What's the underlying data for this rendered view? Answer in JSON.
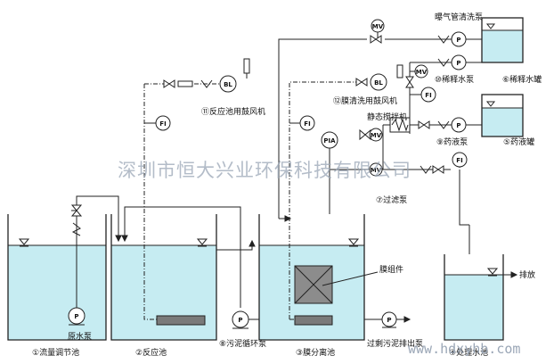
{
  "labels": {
    "aeration_wash_pump": "曝气管清洗泵",
    "dilution_pump": "⑩稀释水泵",
    "dilution_tank": "⑥稀释水罐",
    "membrane_blower": "⑫膜清洗用鼓风机",
    "static_mixer": "静态搅拌机",
    "chem_pump": "⑨药液泵",
    "chem_tank": "⑤药液罐",
    "reactor_blower": "⑪反应池用鼓风机",
    "filter_pump": "⑦过滤泵",
    "raw_pump": "原水泵",
    "tank1": "①流量调节池",
    "tank2": "②反应池",
    "sludge_pump": "⑧污泥循环泵",
    "tank3": "③膜分离池",
    "module": "膜组件",
    "excess_pump": "过剩污泥排出泵",
    "tank4": "④处理水池",
    "discharge": "排放"
  },
  "symbols": {
    "mv": "MV",
    "p": "P",
    "bl": "BL",
    "fi": "FI",
    "pia": "PIA"
  },
  "watermark": {
    "company": "深圳市恒大兴业环保科技有限公司",
    "site": "www.hdxyhb.com"
  },
  "colors": {
    "water": "#c6ecf2",
    "line": "#222222",
    "watermark": "#9aa6b6"
  }
}
